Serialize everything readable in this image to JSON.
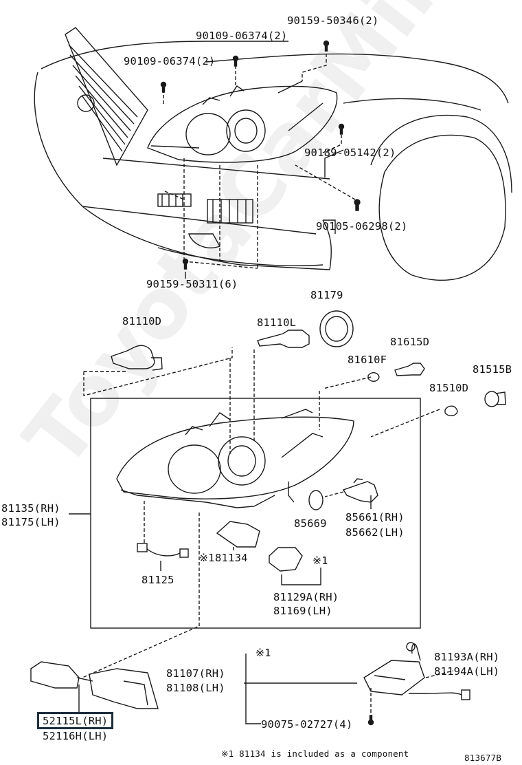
{
  "top_assembly": {
    "parts": {
      "p90159_50346": "90159-50346(2)",
      "p90109_06374_a": "90109-06374(2)",
      "p90109_06374_b": "90109-06374(2)",
      "p90189_05142": "90189-05142(2)",
      "p90105_06298": "90105-06298(2)",
      "p90159_50311": "90159-50311(6)"
    }
  },
  "headlamp_assembly": {
    "parts": {
      "p81179": "81179",
      "p81110D": "81110D",
      "p81110L": "81110L",
      "p81615D": "81615D",
      "p81610F": "81610F",
      "p81515B": "81515B",
      "p81510D": "81510D",
      "p81135": "81135(RH)",
      "p81175": "81175(LH)",
      "p85669": "85669",
      "p85661": "85661(RH)",
      "p85662": "85662(LH)",
      "p81134": "81134",
      "p81125": "81125",
      "p81129A": "81129A(RH)",
      "p81169": "81169(LH)"
    },
    "mark_81134": "※1",
    "mark_81129": "※1"
  },
  "lower_assembly": {
    "parts": {
      "p81193A": "81193A(RH)",
      "p81194A": "81194A(LH)",
      "p81107": "81107(RH)",
      "p81108": "81108(LH)",
      "p90075_02727": "90075-02727(4)",
      "p52115L": "52115L(RH)",
      "p52116H": "52116H(LH)"
    },
    "mark_81107": "※1"
  },
  "footnote": "※1  81134 is included as a component",
  "diagram_code": "813677B",
  "watermark": "ToyotaCarMine.ru",
  "colors": {
    "ink": "#111111",
    "highlight_border": "#1e2d3a",
    "background": "#ffffff"
  }
}
